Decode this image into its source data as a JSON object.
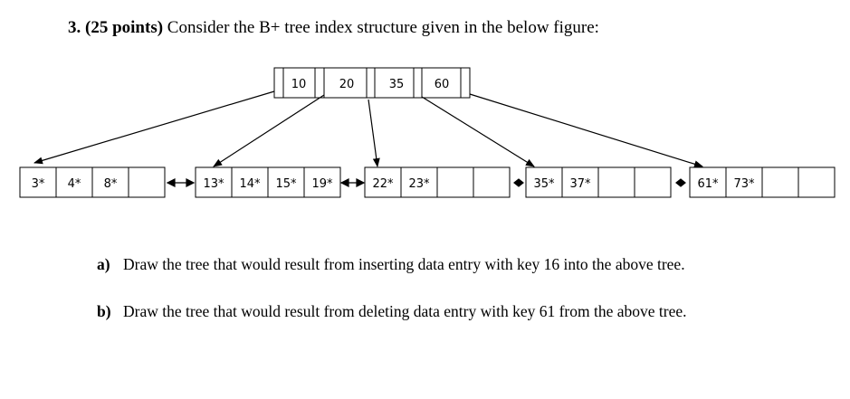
{
  "question": {
    "number": "3.",
    "points": "(25 points)",
    "text": "Consider the B+ tree index structure given in the below figure:"
  },
  "tree": {
    "root_keys": [
      "10",
      "20",
      "35",
      "60"
    ],
    "leaves": [
      [
        "3*",
        "4*",
        "8*",
        ""
      ],
      [
        "13*",
        "14*",
        "15*",
        "19*"
      ],
      [
        "22*",
        "23*",
        "",
        ""
      ],
      [
        "35*",
        "37*",
        "",
        ""
      ],
      [
        "61*",
        "73*",
        "",
        ""
      ]
    ]
  },
  "parts": [
    {
      "label": "a)",
      "text": "Draw the tree that would result from inserting data entry with key 16 into the above tree."
    },
    {
      "label": "b)",
      "text": "Draw the tree that would result from deleting data entry with key 61 from the above tree."
    }
  ]
}
